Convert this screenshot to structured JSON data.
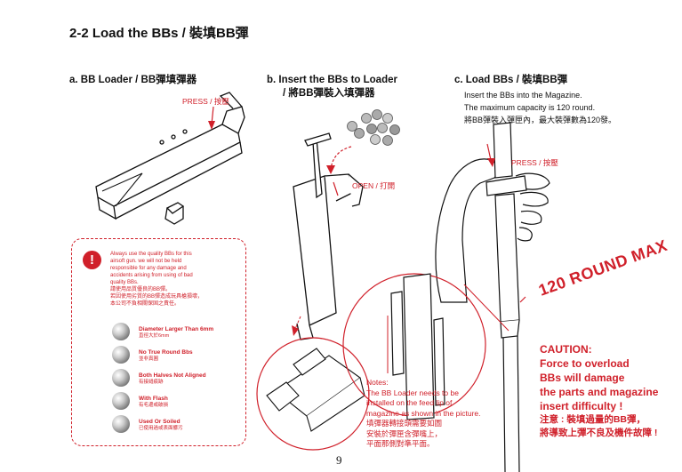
{
  "title": "2-2  Load the BBs / 裝填BB彈",
  "steps": {
    "a": {
      "heading": "a.  BB Loader / BB彈填彈器",
      "press": "PRESS / 按壓"
    },
    "b": {
      "heading_line1": "b.  Insert the BBs to Loader",
      "heading_line2": "/ 將BB彈裝入填彈器",
      "open": "OPEN / 打開"
    },
    "c": {
      "heading": "c.  Load BBs / 裝填BB彈",
      "desc_line1": "Insert the BBs into the Magazine.",
      "desc_line2": "The maximum capacity is 120 round.",
      "desc_line3": "將BB彈裝入彈匣內，最大裝彈數為120發。",
      "press": "PRESS / 按壓",
      "max_label": "120 ROUND MAX"
    }
  },
  "warning": {
    "lines": [
      "Always use the quality BBs for this",
      "airsoft gun. we will not be held",
      "responsible for any damage and",
      "accidents arising from using of bad",
      "quality BBs.",
      "請使用品質優良的BB彈。",
      "若因使用劣質的BB彈造成玩具槍損壞，",
      "本公司不負相關保固之責任。"
    ],
    "bad_bbs": [
      {
        "label": "Diameter Larger Than 6mm",
        "sub": "直徑大於6mm"
      },
      {
        "label": "No True Round Bbs",
        "sub": "並非真圓"
      },
      {
        "label": "Both Halves Not Aligned",
        "sub": "有接縫痕跡"
      },
      {
        "label": "With Flash",
        "sub": "有毛邊或破損"
      },
      {
        "label": "Used Or Soiled",
        "sub": "已使用過或表面髒污"
      }
    ]
  },
  "notes": {
    "lines": [
      "Notes:",
      "The BB Loader needs to be",
      "installed on the feed lip of",
      "magazine as shown in the picture.",
      "填彈器轉接頭需要如圖",
      "安裝於彈匣含彈嘴上，",
      "平面那側對準平面。"
    ]
  },
  "caution": {
    "lines": [
      "CAUTION:",
      "Force to overload",
      "BBs will damage",
      "the parts and magazine",
      "insert difficulty !",
      "注意 : 裝填過量的BB彈，",
      "將導致上彈不良及機件故障 !"
    ]
  },
  "page_number": "9"
}
